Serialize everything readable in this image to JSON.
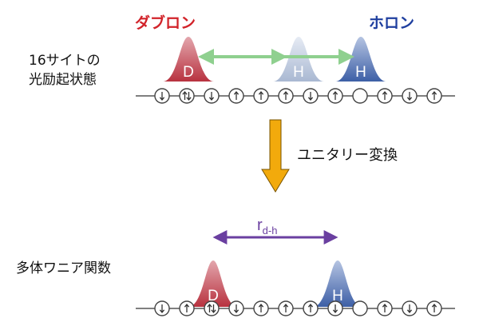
{
  "top_panel": {
    "doublon_label": "ダブロン",
    "holon_label": "ホロン",
    "state_label_line1": "16サイトの",
    "state_label_line2": "光励起状態",
    "peaks": [
      {
        "letter": "D",
        "kind": "doublon"
      },
      {
        "letter": "H",
        "kind": "holon-faded"
      },
      {
        "letter": "H",
        "kind": "holon"
      }
    ],
    "sites": [
      "down",
      "updown",
      "down",
      "up",
      "up",
      "up",
      "down",
      "up",
      "empty",
      "up",
      "down",
      "up"
    ]
  },
  "transform": {
    "label": "ユニタリー変換"
  },
  "bottom_panel": {
    "label": "多体ワニア関数",
    "distance_main": "r",
    "distance_sub": "d-h",
    "peaks": [
      {
        "letter": "D",
        "kind": "doublon"
      },
      {
        "letter": "H",
        "kind": "holon"
      }
    ],
    "sites": [
      "down",
      "up",
      "updown",
      "down",
      "up",
      "up",
      "up",
      "down",
      "empty",
      "up",
      "down",
      "up"
    ]
  },
  "colors": {
    "doublon": "#b8323f",
    "holon": "#3d5fa6",
    "holon_faded": "#a9b8d2",
    "arrow_green": "#8fd08f",
    "arrow_purple": "#6a3fa0",
    "arrow_orange": "#f2aa0c",
    "header_red": "#d2232a",
    "header_blue": "#1f3f9f"
  }
}
